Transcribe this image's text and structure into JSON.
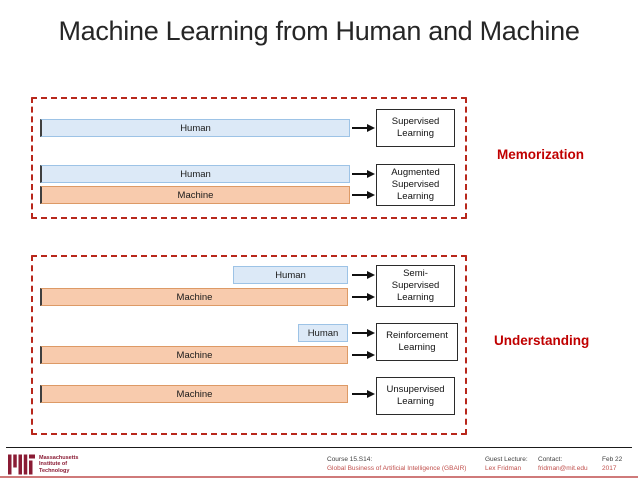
{
  "slide": {
    "title": "Machine Learning from Human and Machine"
  },
  "colors": {
    "accent_red": "#C00000",
    "dashed_border_red": "#B8271B",
    "human_bar_fill": "#DCE9F7",
    "human_bar_border": "#9DC3E6",
    "machine_bar_fill": "#F8CBAD",
    "machine_bar_border": "#DD9A66",
    "mit_maroon": "#8A1B34",
    "footer_value_red": "#C0504D"
  },
  "diagram": {
    "memorization": {
      "label": "Memorization",
      "supervised": {
        "bar_human": "Human",
        "box": [
          "Supervised",
          "Learning"
        ]
      },
      "augmented": {
        "bar_human": "Human",
        "bar_machine": "Machine",
        "box": [
          "Augmented",
          "Supervised",
          "Learning"
        ]
      }
    },
    "understanding": {
      "label": "Understanding",
      "semi": {
        "bar_human": "Human",
        "bar_machine": "Machine",
        "box": [
          "Semi-",
          "Supervised",
          "Learning"
        ]
      },
      "reinforcement": {
        "bar_human": "Human",
        "bar_machine": "Machine",
        "box": [
          "Reinforcement",
          "Learning"
        ]
      },
      "unsupervised": {
        "bar_machine": "Machine",
        "box": [
          "Unsupervised",
          "Learning"
        ]
      }
    }
  },
  "footer": {
    "institution": [
      "Massachusetts",
      "Institute of",
      "Technology"
    ],
    "course_label": "Course 15.S14:",
    "course_value": "Global Business of Artificial Intelligence (GBAIR)",
    "lecture_label": "Guest Lecture:",
    "lecture_value": "Lex Fridman",
    "contact_label": "Contact:",
    "contact_value": "fridman@mit.edu",
    "date_label": "Feb 22",
    "date_value": "2017"
  }
}
